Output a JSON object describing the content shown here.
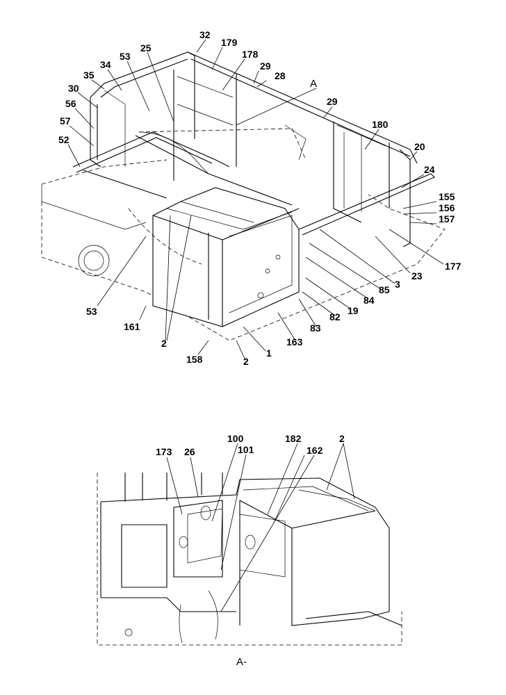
{
  "view_marker": "A",
  "view_caption": "A-",
  "callouts_top": [
    "32",
    "179",
    "178",
    "29",
    "28",
    "25",
    "53",
    "34",
    "35",
    "30",
    "56",
    "57",
    "52",
    "29",
    "180",
    "20",
    "24",
    "155",
    "156",
    "157",
    "177",
    "23",
    "3",
    "85",
    "84",
    "19",
    "82",
    "83",
    "163",
    "1",
    "2",
    "158",
    "2",
    "161",
    "53"
  ],
  "callouts_bottom": [
    "173",
    "26",
    "100",
    "101",
    "182",
    "162",
    "2"
  ]
}
